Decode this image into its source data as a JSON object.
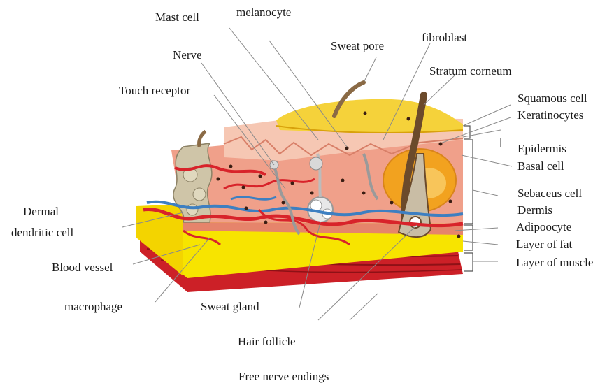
{
  "labels": {
    "mast_cell": "Mast cell",
    "melanocyte": "melanocyte",
    "sweat_pore": "Sweat pore",
    "fibroblast": "fibroblast",
    "nerve": "Nerve",
    "stratum_corneum": "Stratum corneum",
    "touch_receptor": "Touch receptor",
    "squamous_cell": "Squamous cell",
    "keratinocytes": "Keratinocytes",
    "epidermis": "Epidermis",
    "basal_cell": "Basal cell",
    "dermal_line1": "Dermal",
    "dermal_line2": "dendritic cell",
    "sebaceus_cell": "Sebaceus cell",
    "dermis": "Dermis",
    "adipoocyte": "Adipoocyte",
    "layer_of_fat": "Layer of fat",
    "blood_vessel": "Blood vessel",
    "layer_of_muscle": "Layer of muscle",
    "macrophage": "macrophage",
    "sweat_gland": "Sweat gland",
    "hair_follicle": "Hair follicle",
    "free_nerve_endings": "Free nerve endings"
  },
  "colors": {
    "fat_yellow": "#f7e400",
    "muscle_red": "#cc2027",
    "dermis_salmon": "#f0a08a",
    "epidermis_pink": "#f6c7b3",
    "stratum_yellow": "#f5d23a",
    "vessel_red": "#d8232a",
    "vessel_blue": "#3d7fc1",
    "hair_brown": "#6b4a2b",
    "gland_beige": "#cfc5a8",
    "sebaceous_orange": "#f2a21f",
    "leader_line": "#8a8a8a"
  }
}
